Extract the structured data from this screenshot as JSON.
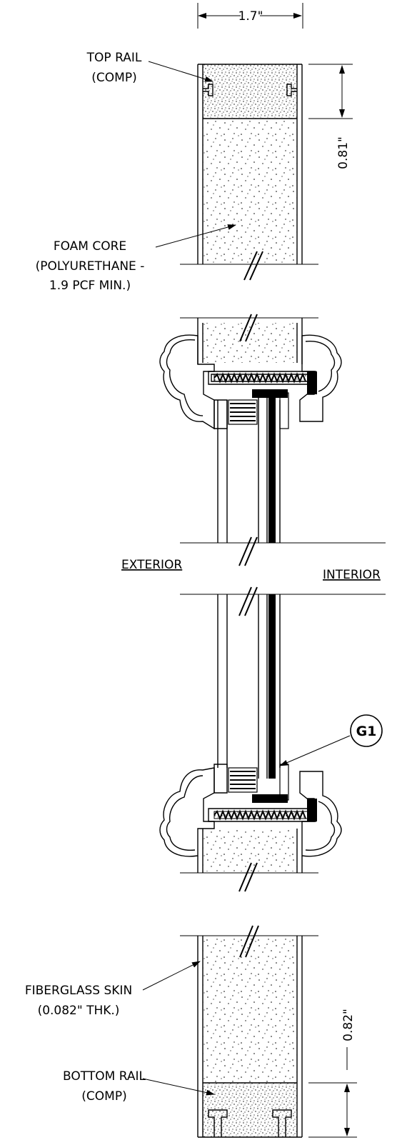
{
  "dimensions": {
    "width": "1.7\"",
    "top_rail_height": "0.81\"",
    "bottom_rail_height": "0.82\""
  },
  "labels": {
    "top_rail": [
      "TOP RAIL",
      "(COMP)"
    ],
    "foam_core": [
      "FOAM CORE",
      "(POLYURETHANE -",
      "1.9 PCF MIN.)"
    ],
    "exterior": "EXTERIOR",
    "interior": "INTERIOR",
    "glass_tag": "G1",
    "fiberglass_skin": [
      "FIBERGLASS SKIN",
      "(0.082\" THK.)"
    ],
    "bottom_rail": [
      "BOTTOM RAIL",
      "(COMP)"
    ]
  }
}
